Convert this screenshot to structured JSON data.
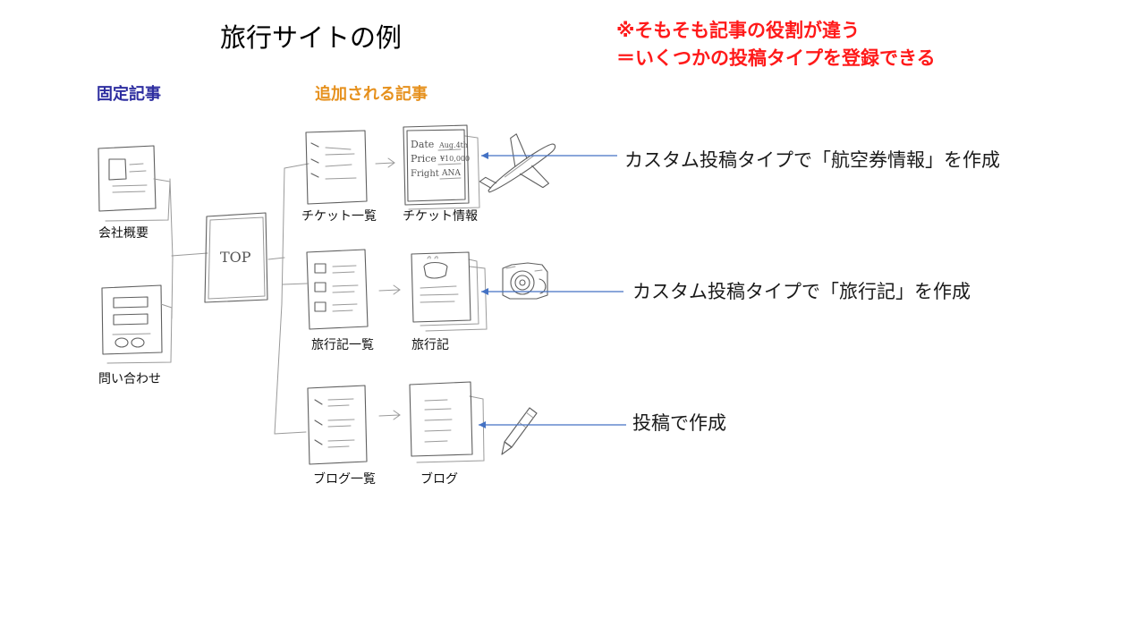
{
  "title": "旅行サイトの例",
  "note": {
    "line1": "※そもそも記事の役割が違う",
    "line2": "＝いくつかの投稿タイプを登録できる"
  },
  "sections": {
    "fixed": "固定記事",
    "added": "追加される記事"
  },
  "pages": {
    "company": "会社概要",
    "contact": "問い合わせ",
    "top": "TOP",
    "ticket_list": "チケット一覧",
    "ticket_info": "チケット情報",
    "travel_list": "旅行記一覧",
    "travel": "旅行記",
    "blog_list": "ブログ一覧",
    "blog": "ブログ"
  },
  "ticket_sketch": {
    "date": "Date",
    "date_val": "Aug.4th",
    "price": "Price",
    "price_val": "¥10,000",
    "flight": "Fright",
    "flight_val": "ANA"
  },
  "annotations": {
    "ticket": "カスタム投稿タイプで「航空券情報」を作成",
    "travel": "カスタム投稿タイプで「旅行記」を作成",
    "blog": "投稿で作成"
  },
  "colors": {
    "note": "#ff1a1a",
    "fixed_heading": "#2e2ea0",
    "added_heading": "#e6911e",
    "arrow": "#4472c4"
  },
  "icons": [
    "airplane-icon",
    "camera-icon",
    "pen-icon"
  ]
}
